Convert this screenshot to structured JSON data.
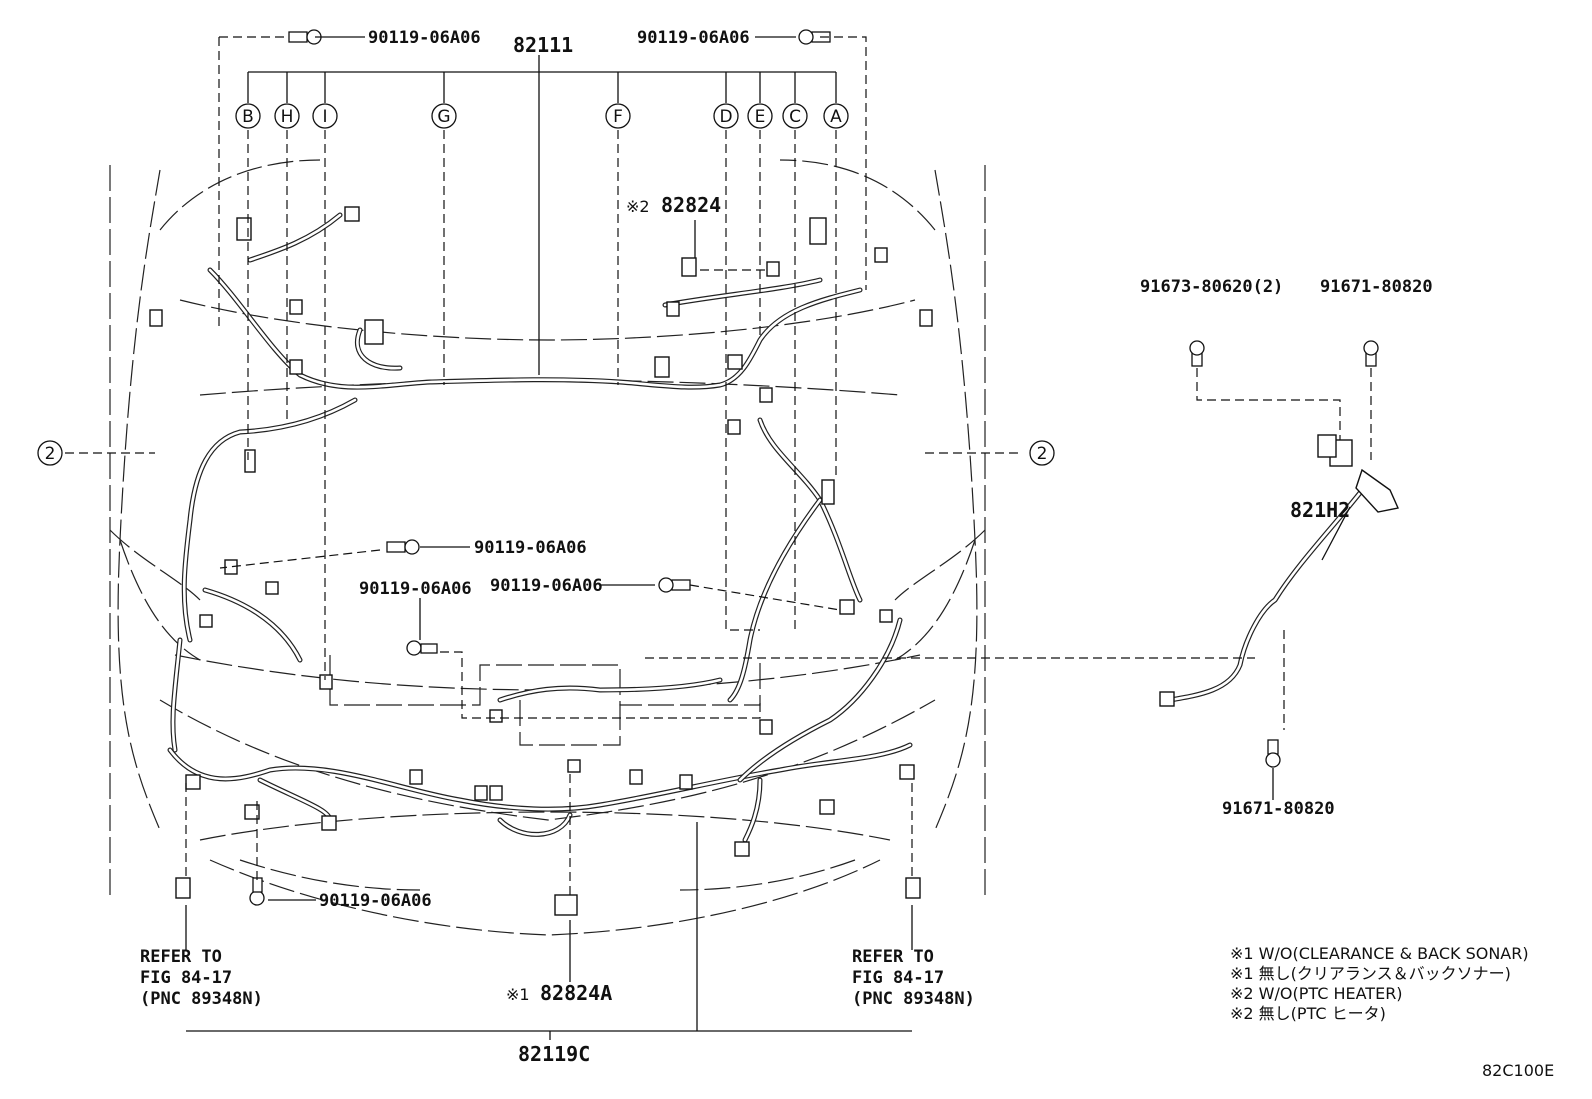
{
  "parts": {
    "main_harness": "82111",
    "front_harness": "82119C",
    "sub_harness_ptc": "82824",
    "sub_harness_sonar": "82824A",
    "side_harness": "821H2",
    "bolt_a": "90119-06A06",
    "bolt_b": "90119-06A06",
    "bolt_c": "90119-06A06",
    "bolt_d": "90119-06A06",
    "bolt_e": "90119-06A06",
    "bolt_f": "90119-06A06",
    "clip_1": "91673-80620(2)",
    "clip_2": "91671-80820",
    "clip_3": "91671-80820"
  },
  "marks": {
    "ptc": "※2",
    "sonar": "※1"
  },
  "callouts": [
    "B",
    "H",
    "I",
    "G",
    "F",
    "D",
    "E",
    "C",
    "A"
  ],
  "ref_marker": "2",
  "refer_left": [
    "REFER TO",
    "FIG 84-17",
    "(PNC 89348N)"
  ],
  "refer_right": [
    "REFER TO",
    "FIG 84-17",
    "(PNC 89348N)"
  ],
  "notes": [
    "※1 W/O(CLEARANCE & BACK SONAR)",
    "※1 無し(クリアランス＆バックソナー)",
    "※2 W/O(PTC HEATER)",
    "※2 無し(PTC ヒータ)"
  ],
  "figure_code": "82C100E"
}
